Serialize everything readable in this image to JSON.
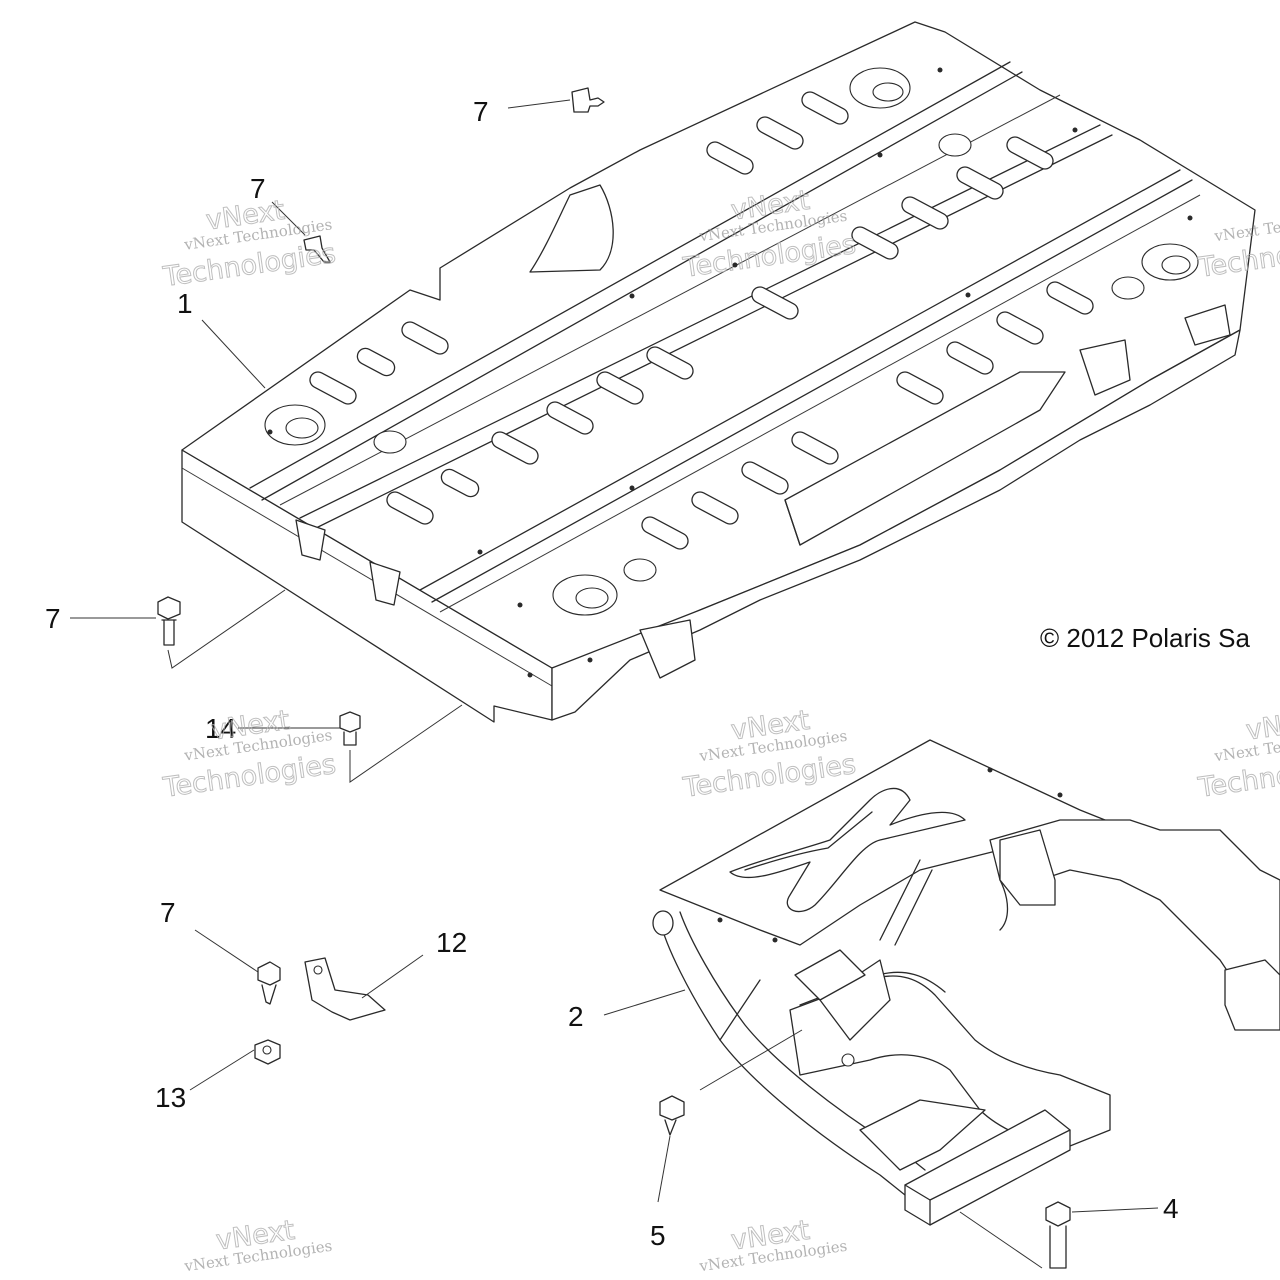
{
  "callouts": {
    "c1": "1",
    "c2": "2",
    "c4": "4",
    "c5": "5",
    "c7a": "7",
    "c7b": "7",
    "c7c": "7",
    "c7d": "7",
    "c12": "12",
    "c13": "13",
    "c14": "14"
  },
  "copyright": "© 2012 Polaris Sa",
  "watermark": {
    "line1": "vNext Technologies",
    "line2": "Technologies",
    "brand": "vNext"
  }
}
